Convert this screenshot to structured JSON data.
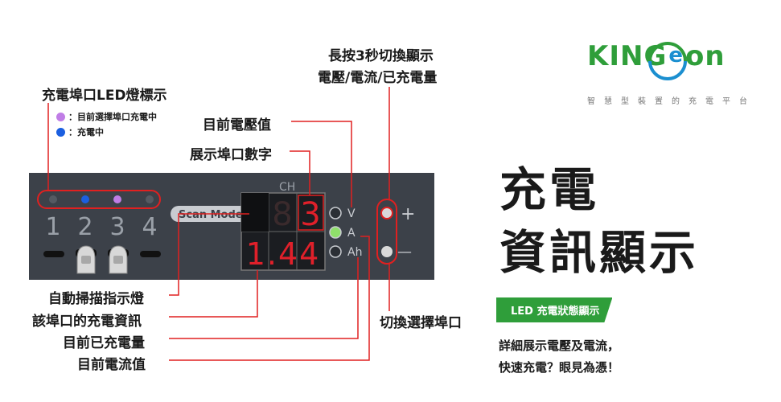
{
  "brand": {
    "logo_prefix": "KING",
    "logo_mid": "e",
    "logo_suffix": "on",
    "tagline": "智慧型裝置的充電平台"
  },
  "headline": {
    "line1": "充電",
    "line2": "資訊顯示"
  },
  "badge": "LED 充電狀態顯示",
  "description": {
    "line1": "詳細展示電壓及電流，",
    "line2": "快速充電？眼見為憑！"
  },
  "legend": {
    "title": "充電埠口LED燈標示",
    "items": [
      {
        "color": "#c07de6",
        "label": "：目前選擇埠口充電中"
      },
      {
        "color": "#1b5fe0",
        "label": "：充電中"
      }
    ]
  },
  "callouts": {
    "switch_display_1": "長按3秒切換顯示",
    "switch_display_2": "電壓/電流/已充電量",
    "current_voltage": "目前電壓值",
    "port_number": "展示埠口數字",
    "auto_scan": "自動掃描指示燈",
    "port_info": "該埠口的充電資訊",
    "charged_amount": "目前已充電量",
    "current_value": "目前電流值",
    "switch_port": "切換選擇埠口"
  },
  "device": {
    "ports": [
      "1",
      "2",
      "3",
      "4"
    ],
    "scan_mode_label": "Scan Mode",
    "ch_label": "CH",
    "channel_digit": "3",
    "reading": "1.44",
    "units": [
      "V",
      "A",
      "Ah"
    ],
    "active_unit": "A",
    "plus_label": "+",
    "minus_label": "—",
    "port_led_colors": [
      "#555a62",
      "#1b5fe0",
      "#c07de6",
      "#555a62"
    ]
  }
}
